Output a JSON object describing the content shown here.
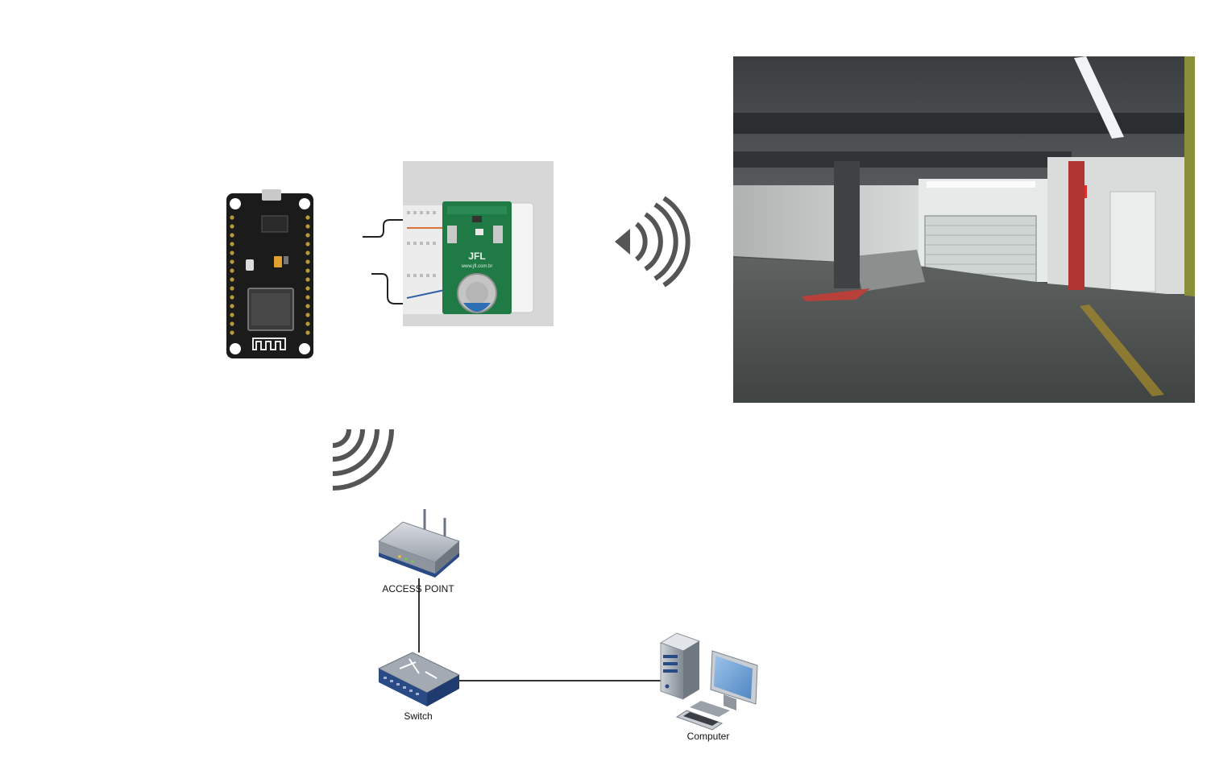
{
  "labels": {
    "access_point": "ACCESS POINT",
    "switch": "Switch",
    "computer": "Computer"
  },
  "board_silkscreen": {
    "remote_url": "www.jfl.com.br",
    "remote_logo": "JFL"
  },
  "icons": {
    "microcontroller": "nodemcu-esp8266-board-icon",
    "remote_control": "rf-remote-control-board-icon",
    "rf_signal": "wireless-signal-icon",
    "wifi_signal": "wifi-signal-icon",
    "garage": "garage-gate-photo",
    "access_point": "router-icon",
    "switch": "network-switch-icon",
    "computer": "desktop-computer-icon"
  },
  "colors": {
    "line": "#333333",
    "signal": "#555555",
    "board_black": "#1b1b1b",
    "pcb_green": "#1f7a45",
    "device_blue": "#2a4a86"
  }
}
